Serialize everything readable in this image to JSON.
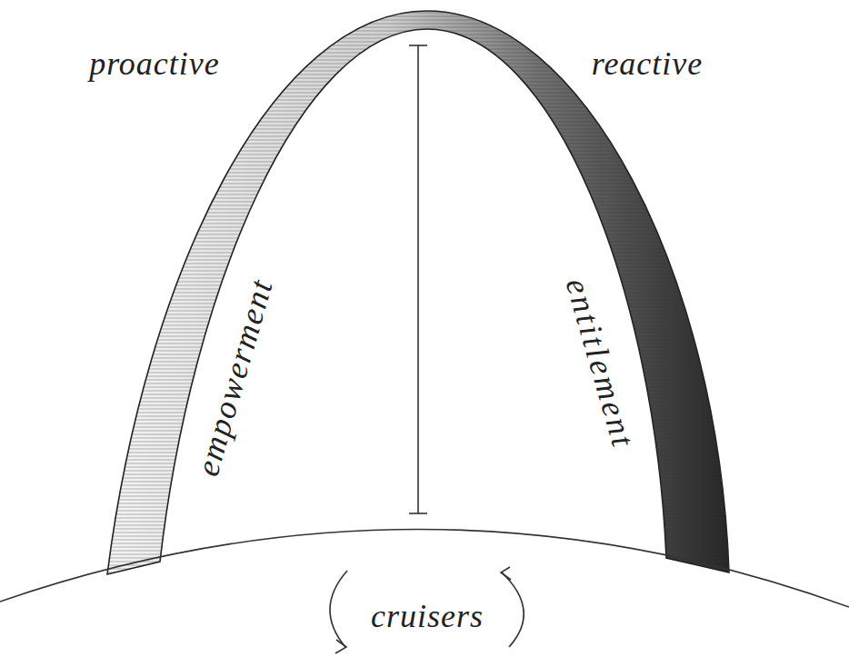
{
  "diagram": {
    "labels": [
      "proactive",
      "reactive",
      "empowerment",
      "entitlement",
      "cruisers"
    ]
  }
}
